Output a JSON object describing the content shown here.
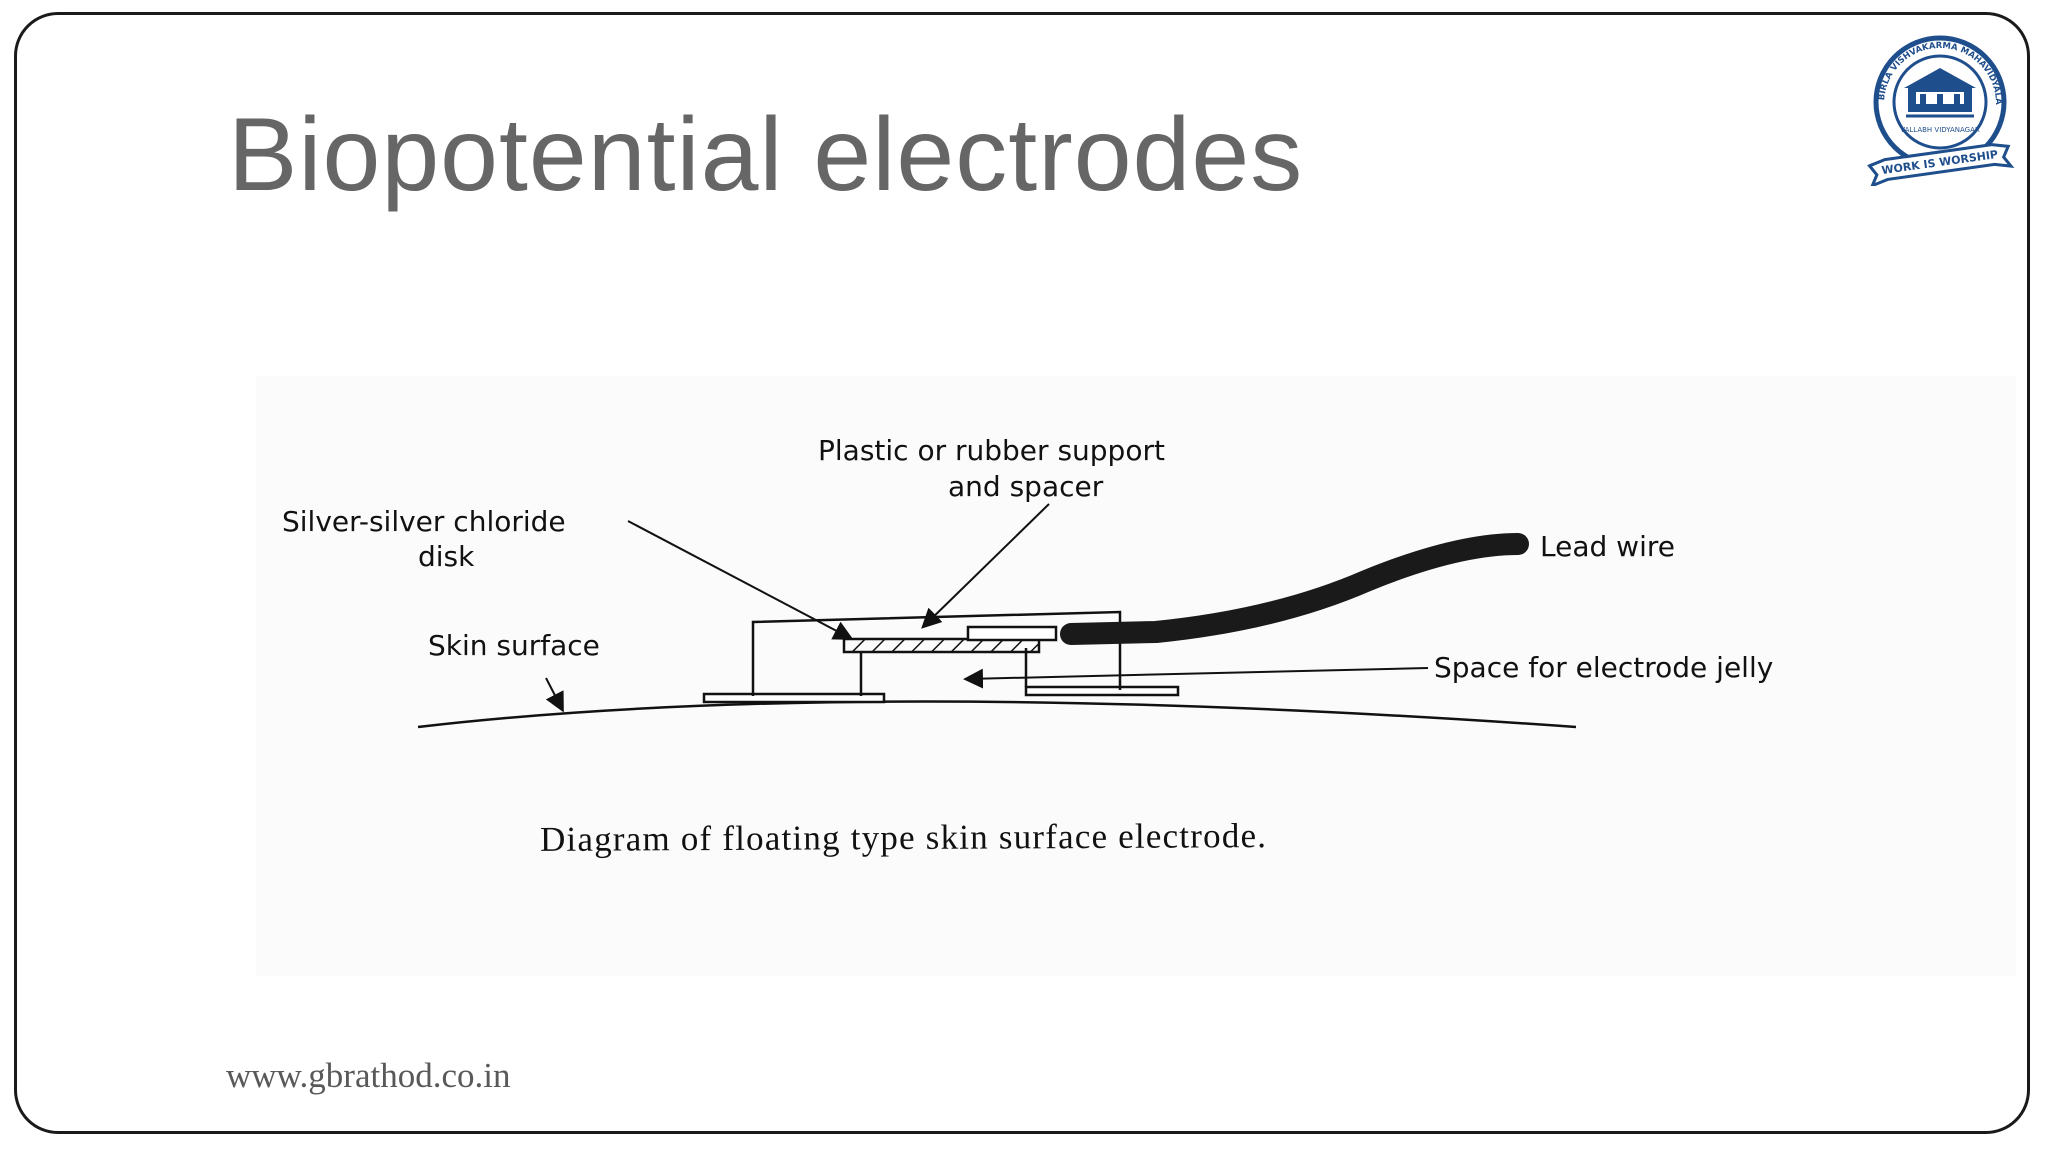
{
  "slide": {
    "title": "Biopotential electrodes",
    "footer_url": "www.gbrathod.co.in"
  },
  "logo": {
    "arc_text": "BIRLA VISHVAKARMA MAHAVIDYALAYA",
    "inner_text": "VALLABH VIDYANAGAR",
    "ribbon_text": "WORK IS WORSHIP",
    "color": "#1f4e8c"
  },
  "diagram": {
    "labels": {
      "support_line1": "Plastic or rubber support",
      "support_line2": "and spacer",
      "disk_line1": "Silver-silver chloride",
      "disk_line2": "disk",
      "lead_wire": "Lead wire",
      "skin_surface": "Skin surface",
      "jelly_space": "Space for electrode jelly"
    },
    "caption": "Diagram of floating type skin surface electrode."
  }
}
